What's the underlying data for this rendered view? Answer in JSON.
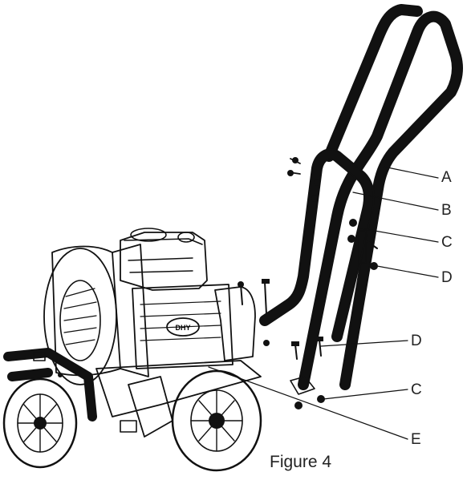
{
  "figure": {
    "caption": "Figure 4",
    "callouts": [
      "A",
      "B",
      "C",
      "D",
      "D",
      "C",
      "E"
    ],
    "engine_label": "DHY"
  }
}
